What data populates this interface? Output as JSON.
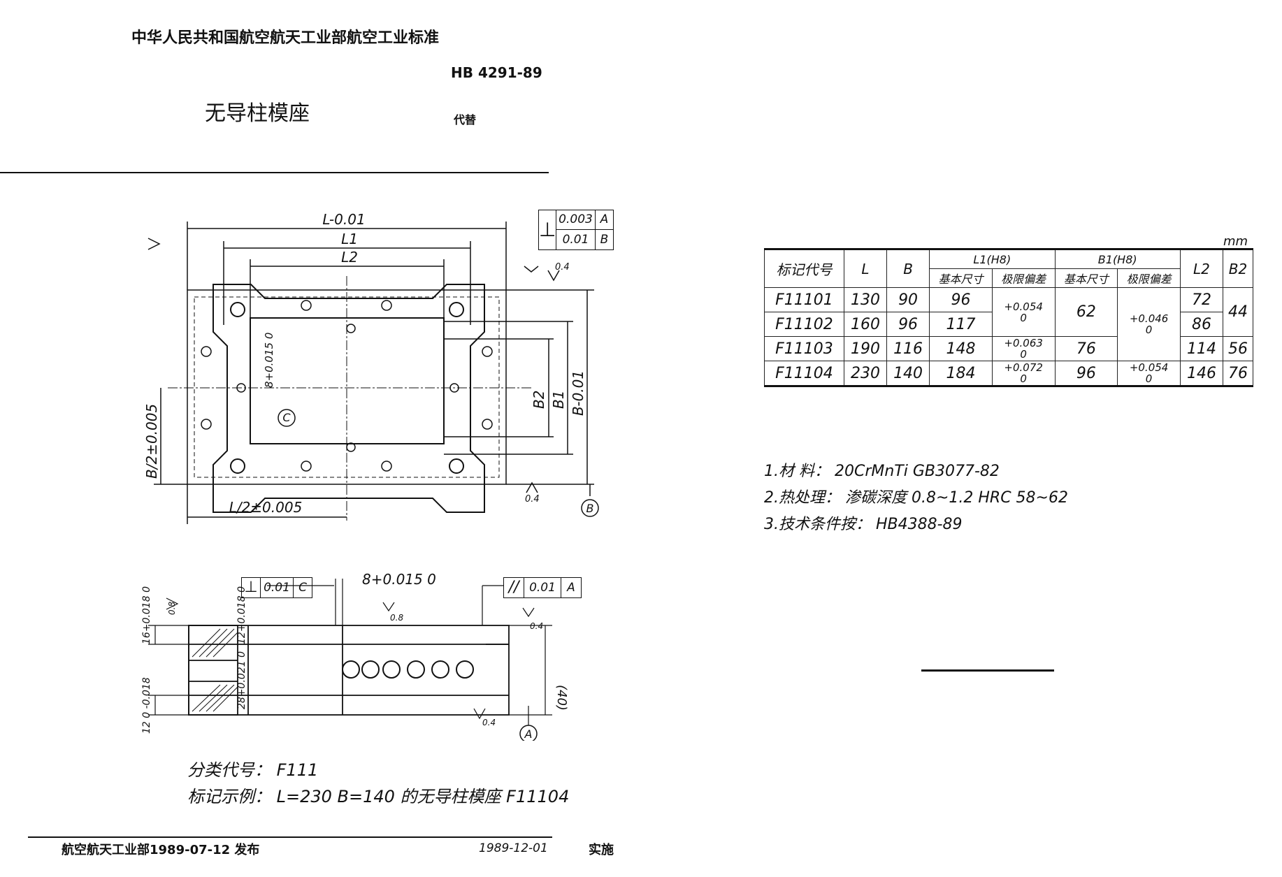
{
  "header": {
    "org": "中华人民共和国航空航天工业部航空工业标准",
    "std_no": "HB 4291-89",
    "title": "无导柱模座",
    "replaces": "代替"
  },
  "plan_view": {
    "dim_L": "L-0.01",
    "dim_L1": "L1",
    "dim_L2": "L2",
    "dim_B": "B-0.01",
    "dim_B1": "B1",
    "dim_B2": "B2",
    "dim_Bhalf": "B/2±0.005",
    "dim_Lhalf": "L/2±0.005",
    "hole_dim": "8+0.015 0",
    "datum_C": "C",
    "datum_B": "B",
    "fcf_row1_value": "0.003",
    "fcf_row1_datum": "A",
    "fcf_row2_value": "0.01",
    "fcf_row2_datum": "B",
    "rough_04": "0.4"
  },
  "section_view": {
    "perp_value": "0.01",
    "perp_datum": "C",
    "parallel_value": "0.01",
    "parallel_datum": "A",
    "dim_top": "8+0.015 0",
    "rough_08": "0.8",
    "rough_04": "0.4",
    "dim_16": "16+0.018 0",
    "dim_12a": "12+0.018 0",
    "dim_28": "28+0.021 0",
    "dim_12b": "12 0 -0.018",
    "dim_40": "(40)",
    "datum_A": "A"
  },
  "notes_left": {
    "class_code": "分类代号： F111",
    "mark_example": "标记示例： L=230   B=140  的无导柱模座   F11104"
  },
  "spec_table": {
    "unit": "mm",
    "headers": {
      "code": "标记代号",
      "L": "L",
      "B": "B",
      "L1": "L1(H8)",
      "B1": "B1(H8)",
      "basic": "基本尺寸",
      "limit": "极限偏差",
      "L2": "L2",
      "B2": "B2"
    },
    "rows": [
      {
        "code": "F11101",
        "L": "130",
        "B": "90",
        "L1": "96",
        "L2": "72"
      },
      {
        "code": "F11102",
        "L": "160",
        "B": "96",
        "L1": "117",
        "L2": "86"
      },
      {
        "code": "F11103",
        "L": "190",
        "B": "116",
        "L1": "148",
        "L2": "114"
      },
      {
        "code": "F11104",
        "L": "230",
        "B": "140",
        "L1": "184",
        "L2": "146"
      }
    ],
    "merged": {
      "l1_tol_12": "+0.054\n0",
      "l1_tol_3": "+0.063\n0",
      "l1_tol_4": "+0.072\n0",
      "b1_12": "62",
      "b1_tol_123": "+0.046\n0",
      "b1_3": "76",
      "b1_4": "96",
      "b1_tol_4": "+0.054\n0",
      "b2_12": "44",
      "b2_3": "56",
      "b2_4": "76"
    }
  },
  "notes_right": [
    "1.材  料： 20CrMnTi   GB3077-82",
    "2.热处理： 渗碳深度 0.8~1.2   HRC 58~62",
    "3.技术条件按： HB4388-89"
  ],
  "footer": {
    "issuer": "航空航天工业部1989-07-12 发布",
    "effective": "1989-12-01",
    "effective_suffix": "实施"
  }
}
